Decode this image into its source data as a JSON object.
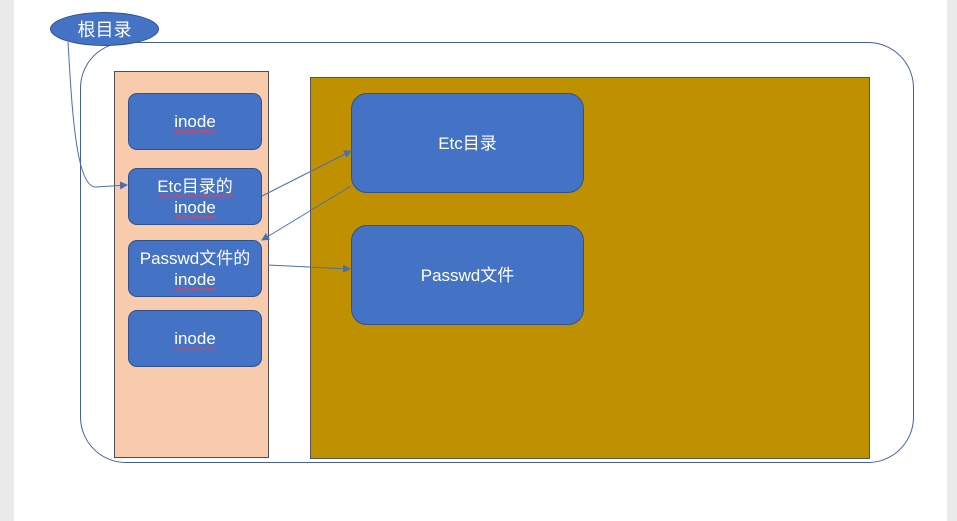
{
  "root_label": "根目录",
  "inode_column": {
    "items": [
      {
        "lines": [
          "inode"
        ]
      },
      {
        "lines": [
          "Etc目录的",
          "inode"
        ]
      },
      {
        "lines": [
          "Passwd文件的",
          "inode"
        ]
      },
      {
        "lines": [
          "inode"
        ]
      }
    ]
  },
  "data_blocks": {
    "etc_dir": "Etc目录",
    "passwd_file": "Passwd文件"
  },
  "colors": {
    "node_fill": "#4472c4",
    "inode_area": "#f8cbad",
    "data_area": "#bf9000",
    "connector": "#4a6fb0"
  }
}
